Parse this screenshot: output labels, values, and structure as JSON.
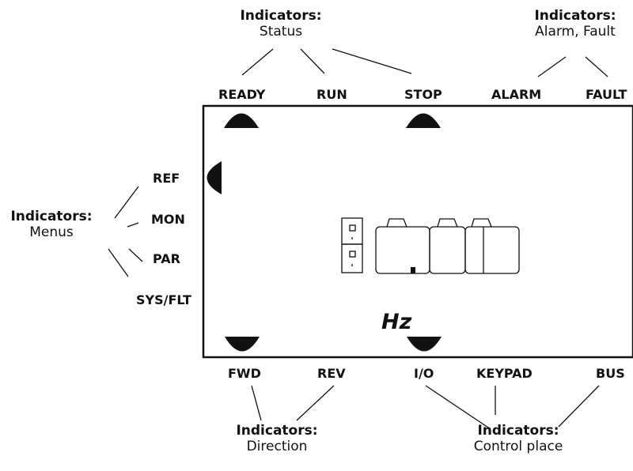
{
  "status_group": {
    "title": "Indicators:",
    "subtitle": "Status"
  },
  "alarm_group": {
    "title": "Indicators:",
    "subtitle": "Alarm, Fault"
  },
  "menus_group": {
    "title": "Indicators:",
    "subtitle": "Menus"
  },
  "direction_group": {
    "title": "Indicators:",
    "subtitle": "Direction"
  },
  "control_group": {
    "title": "Indicators:",
    "subtitle": "Control place"
  },
  "top_labels": {
    "ready": "READY",
    "run": "RUN",
    "stop": "STOP",
    "alarm": "ALARM",
    "fault": "FAULT"
  },
  "menu_labels": {
    "ref": "REF",
    "mon": "MON",
    "par": "PAR",
    "sysflt": "SYS/FLT"
  },
  "bottom_labels": {
    "fwd": "FWD",
    "rev": "REV",
    "io": "I/O",
    "keypad": "KEYPAD",
    "bus": "BUS"
  },
  "display": {
    "unit": "Hz"
  }
}
